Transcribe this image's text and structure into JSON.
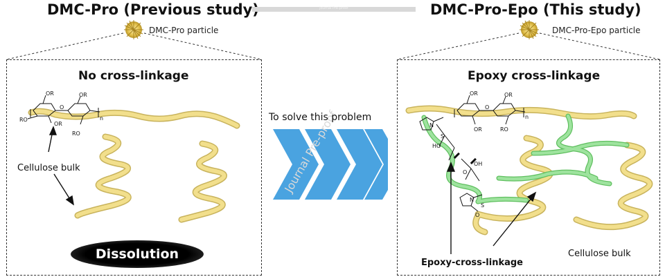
{
  "header": {
    "left_title": "DMC-Pro (Previous study)",
    "right_title": "DMC-Pro-Epo (This study)",
    "center_bar_text": "Journal Pre-proof"
  },
  "left": {
    "particle_label": "DMC-Pro particle",
    "panel_title": "No cross-linkage",
    "cellulose_label": "Cellulose bulk",
    "dissolution_label": "Dissolution"
  },
  "middle": {
    "arrow_caption": "To solve this problem",
    "watermark": "Journal Pre-proof",
    "arrow_color": "#4aa3e0"
  },
  "right": {
    "particle_label": "DMC-Pro-Epo particle",
    "panel_title": "Epoxy cross-linkage",
    "epoxy_label": "Epoxy-cross-linkage",
    "cellulose_label": "Cellulose bulk"
  },
  "chem_labels": {
    "or": "OR",
    "ro": "RO",
    "o": "O",
    "n": "n",
    "oh": "OH",
    "ho": "HO",
    "s": "S",
    "nitrogen": "N"
  },
  "colors": {
    "cellulose": "#f2df8c",
    "cellulose_edge": "#c8b35c",
    "crosslink": "#9ee39e",
    "crosslink_edge": "#5fbf5f",
    "particle": "#e8c95a"
  }
}
